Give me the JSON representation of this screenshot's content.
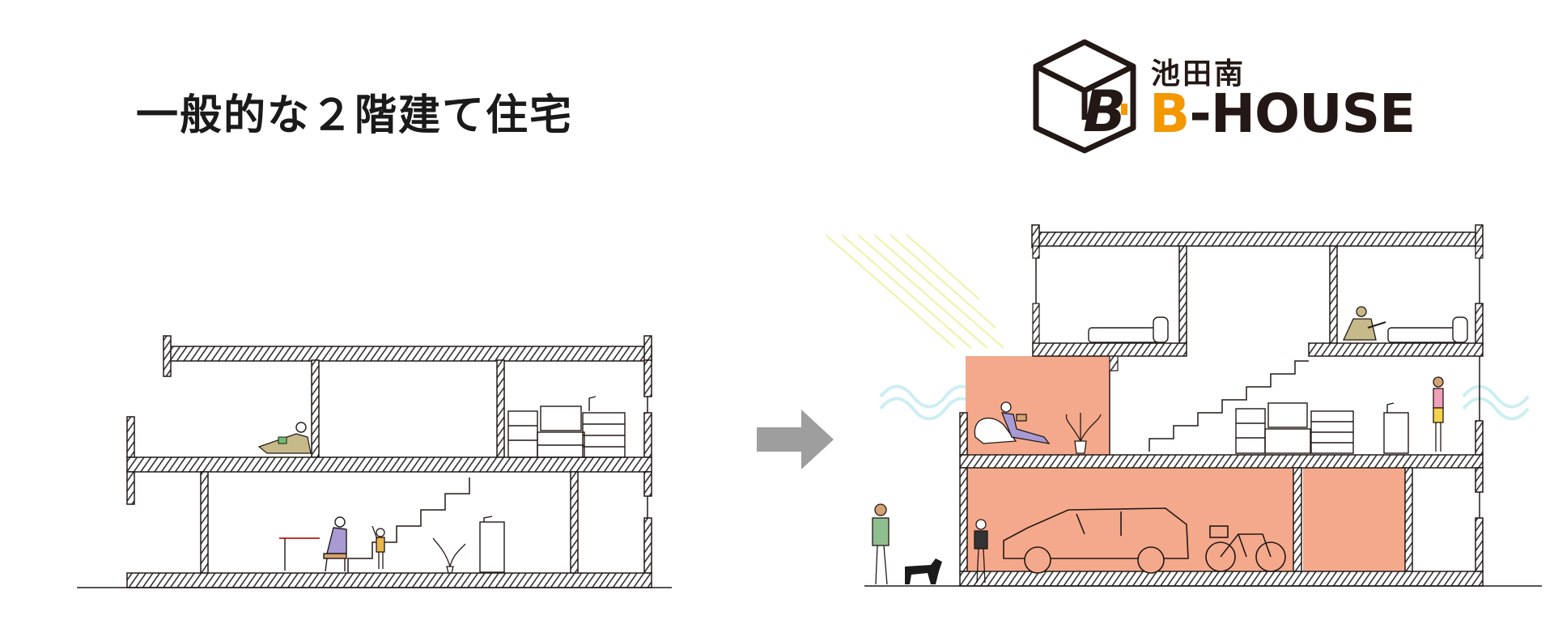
{
  "left_title": "一般的な２階建て住宅",
  "brand": {
    "prefix": "池田南",
    "accent_char": "B",
    "rest": "-HOUSE"
  },
  "colors": {
    "hatch": "#3a3a3a",
    "line": "#231815",
    "highlight_room": "#f4a98c",
    "brand_accent": "#f39800",
    "arrow": "#9e9e9e",
    "sunlight": "#f3f3a8",
    "breeze": "#cdeef2"
  },
  "icons": [
    "cube-b-logo-icon",
    "arrow-right-icon",
    "car-icon",
    "bicycle-icon",
    "dog-icon",
    "bed-icon",
    "plant-icon",
    "tv-icon",
    "guitar-player-icon",
    "sunlight-rays-icon",
    "wind-waves-icon"
  ]
}
